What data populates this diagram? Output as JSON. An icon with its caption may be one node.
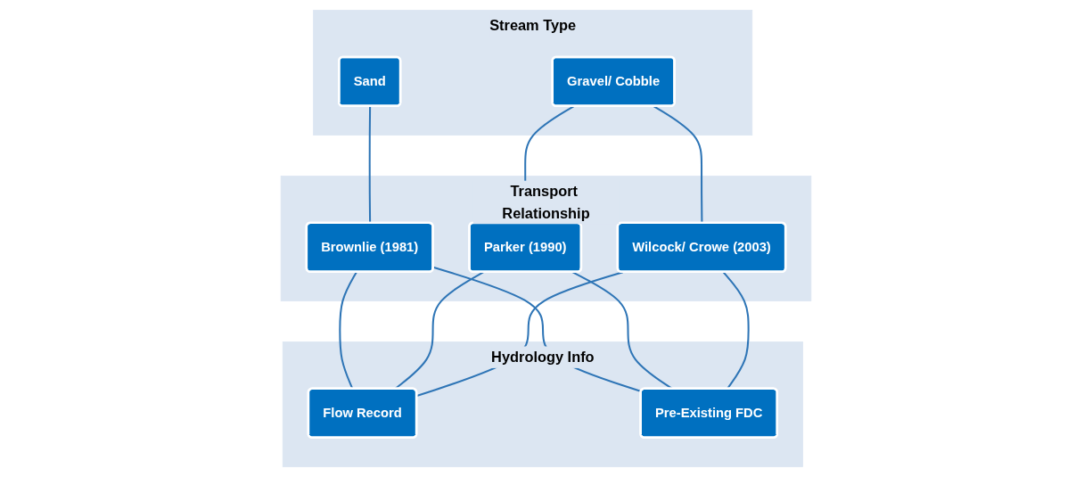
{
  "diagram": {
    "nodes": [
      {
        "text": [
          "Stream Type"
        ]
      },
      {
        "text": [
          "Sand"
        ],
        "in": 0
      },
      {
        "text": [
          "Gravel/ Cobble"
        ],
        "in": 0
      },
      {
        "text": [
          "Transport Relationship"
        ]
      },
      {
        "text": [
          "Brownlie (1981)"
        ],
        "in": 3
      },
      {
        "text": [
          "Parker (1990)"
        ],
        "in": 3
      },
      {
        "text": [
          "Wilcock/ Crowe (2003)"
        ],
        "in": 3
      },
      {
        "text": [
          "Hydrology Info"
        ]
      },
      {
        "text": [
          "Flow Record"
        ],
        "in": 7
      },
      {
        "text": [
          "Pre-Existing FDC"
        ],
        "in": 7
      }
    ],
    "edges": [
      {
        "from": 1,
        "to": 4,
        "arrow": "none"
      },
      {
        "from": 2,
        "to": 5,
        "arrow": "none"
      },
      {
        "from": 2,
        "to": 6,
        "arrow": "none"
      },
      {
        "from": 4,
        "to": 8,
        "arrow": "none"
      },
      {
        "from": 4,
        "to": 9,
        "arrow": "none"
      },
      {
        "from": 5,
        "to": 8,
        "arrow": "none"
      },
      {
        "from": 5,
        "to": 9,
        "arrow": "none"
      },
      {
        "from": 6,
        "to": 8,
        "arrow": "none"
      },
      {
        "from": 6,
        "to": 9,
        "arrow": "none"
      }
    ]
  }
}
